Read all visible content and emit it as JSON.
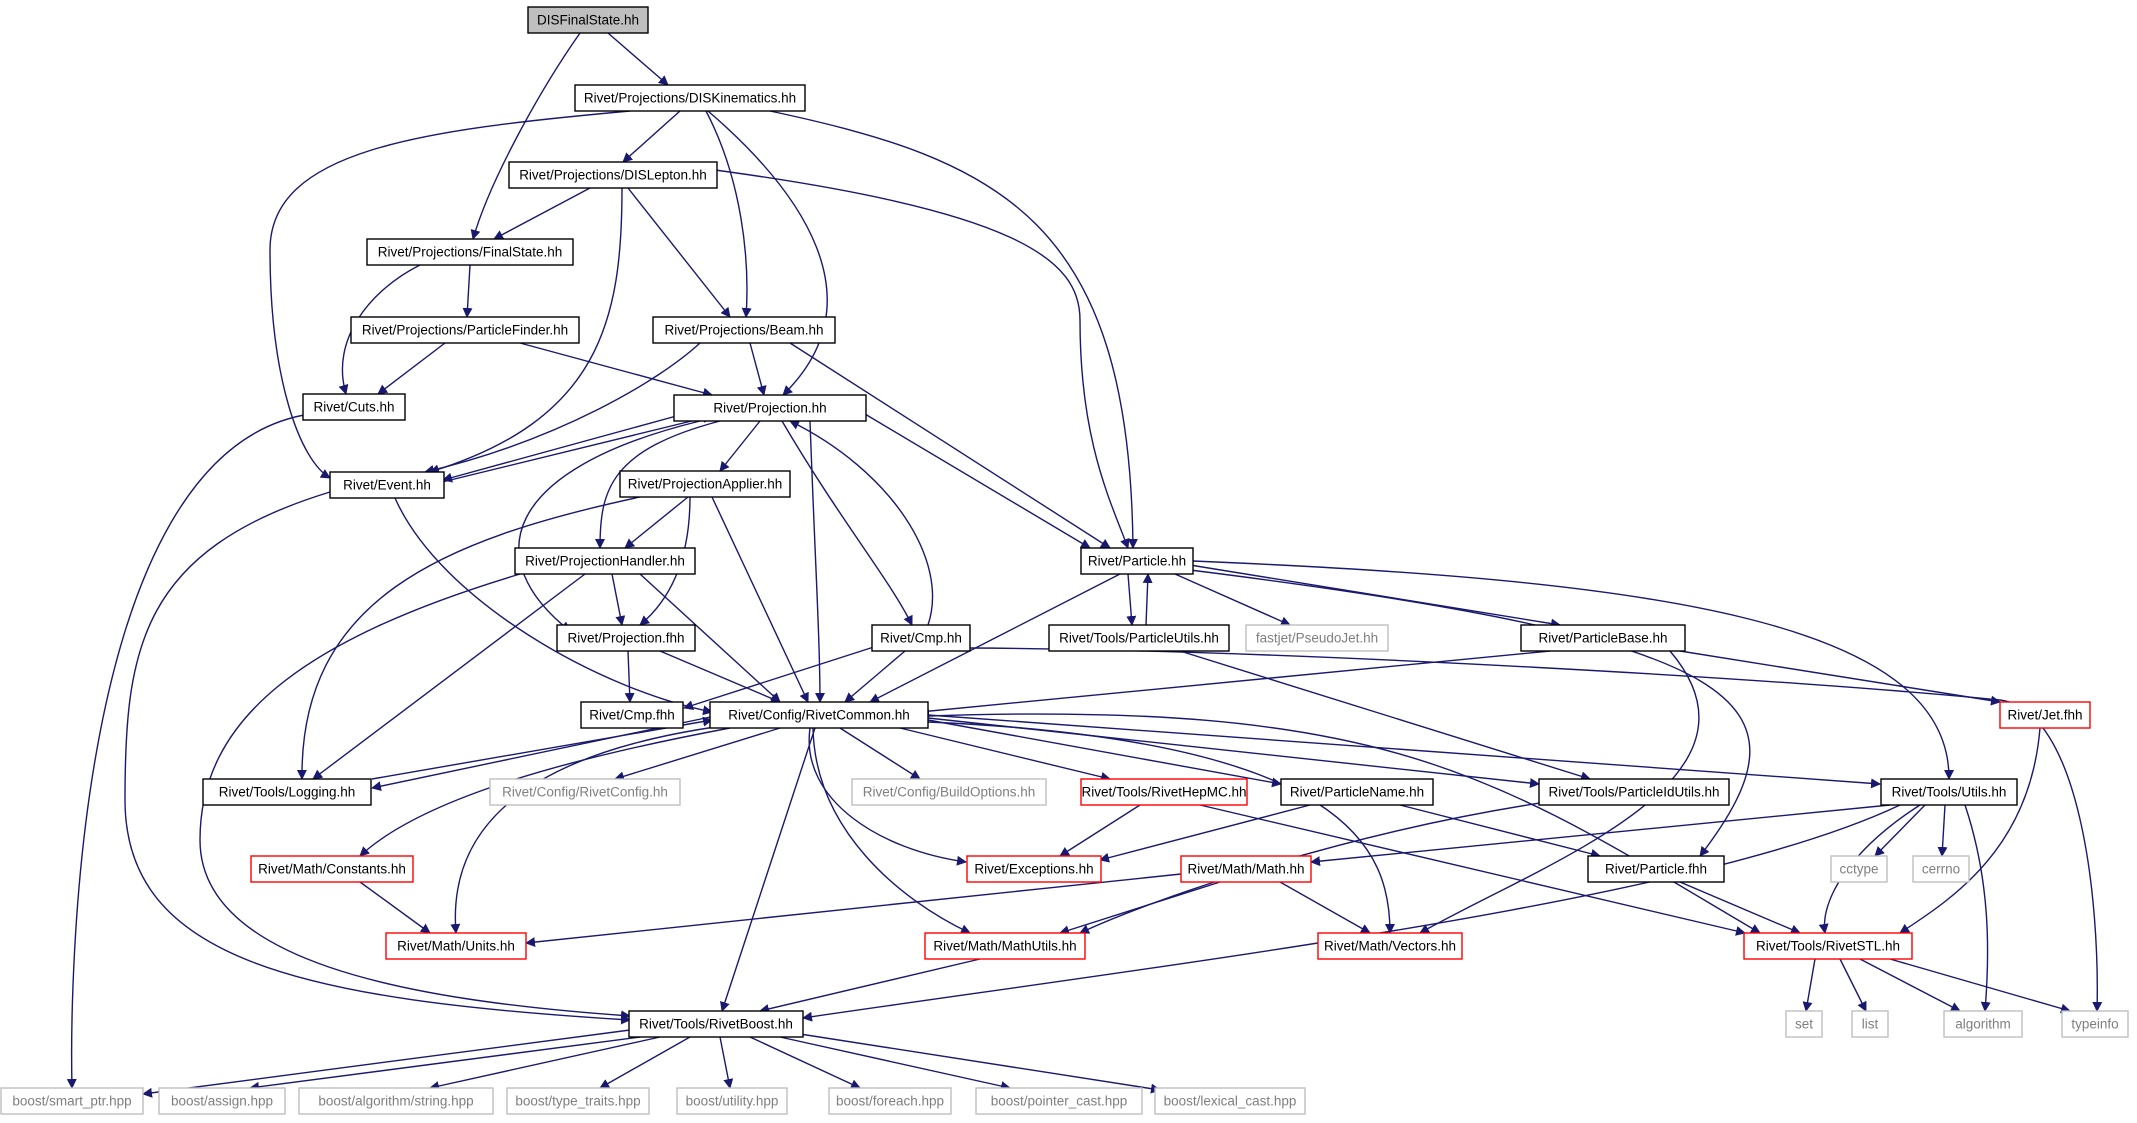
{
  "colors": {
    "edge": "#191970",
    "normal_border": "#000000",
    "red_border": "#ff0000",
    "gray_border": "#bfbfbf",
    "root_fill": "#bfbfbf",
    "text": "#000000",
    "gray_text": "#7f7f7f"
  },
  "nodes": {
    "disfinalstate": "DISFinalState.hh",
    "diskinematics": "Rivet/Projections/DISKinematics.hh",
    "dislepton": "Rivet/Projections/DISLepton.hh",
    "finalstate": "Rivet/Projections/FinalState.hh",
    "particlefinder": "Rivet/Projections/ParticleFinder.hh",
    "beam": "Rivet/Projections/Beam.hh",
    "cuts": "Rivet/Cuts.hh",
    "projection": "Rivet/Projection.hh",
    "event": "Rivet/Event.hh",
    "projectionapplier": "Rivet/ProjectionApplier.hh",
    "projectionhandler": "Rivet/ProjectionHandler.hh",
    "particle": "Rivet/Particle.hh",
    "projection_fhh": "Rivet/Projection.fhh",
    "cmp": "Rivet/Cmp.hh",
    "particleutils": "Rivet/Tools/ParticleUtils.hh",
    "pseudojet": "fastjet/PseudoJet.hh",
    "particlebase": "Rivet/ParticleBase.hh",
    "cmp_fhh": "Rivet/Cmp.fhh",
    "rivetcommon": "Rivet/Config/RivetCommon.hh",
    "jet_fhh": "Rivet/Jet.fhh",
    "logging": "Rivet/Tools/Logging.hh",
    "rivetconfig": "Rivet/Config/RivetConfig.hh",
    "buildoptions": "Rivet/Config/BuildOptions.hh",
    "rivethepmc": "Rivet/Tools/RivetHepMC.hh",
    "particlename": "Rivet/ParticleName.hh",
    "particleidutils": "Rivet/Tools/ParticleIdUtils.hh",
    "utils": "Rivet/Tools/Utils.hh",
    "constants": "Rivet/Math/Constants.hh",
    "exceptions": "Rivet/Exceptions.hh",
    "math": "Rivet/Math/Math.hh",
    "particle_fhh": "Rivet/Particle.fhh",
    "cctype": "cctype",
    "cerrno": "cerrno",
    "units": "Rivet/Math/Units.hh",
    "mathutils": "Rivet/Math/MathUtils.hh",
    "vectors": "Rivet/Math/Vectors.hh",
    "rivetstl": "Rivet/Tools/RivetSTL.hh",
    "rivetboost": "Rivet/Tools/RivetBoost.hh",
    "set": "set",
    "list": "list",
    "algorithm": "algorithm",
    "typeinfo": "typeinfo",
    "smart_ptr": "boost/smart_ptr.hpp",
    "assign": "boost/assign.hpp",
    "algo_string": "boost/algorithm/string.hpp",
    "type_traits": "boost/type_traits.hpp",
    "utility": "boost/utility.hpp",
    "foreach": "boost/foreach.hpp",
    "pointer_cast": "boost/pointer_cast.hpp",
    "lexical_cast": "boost/lexical_cast.hpp"
  }
}
